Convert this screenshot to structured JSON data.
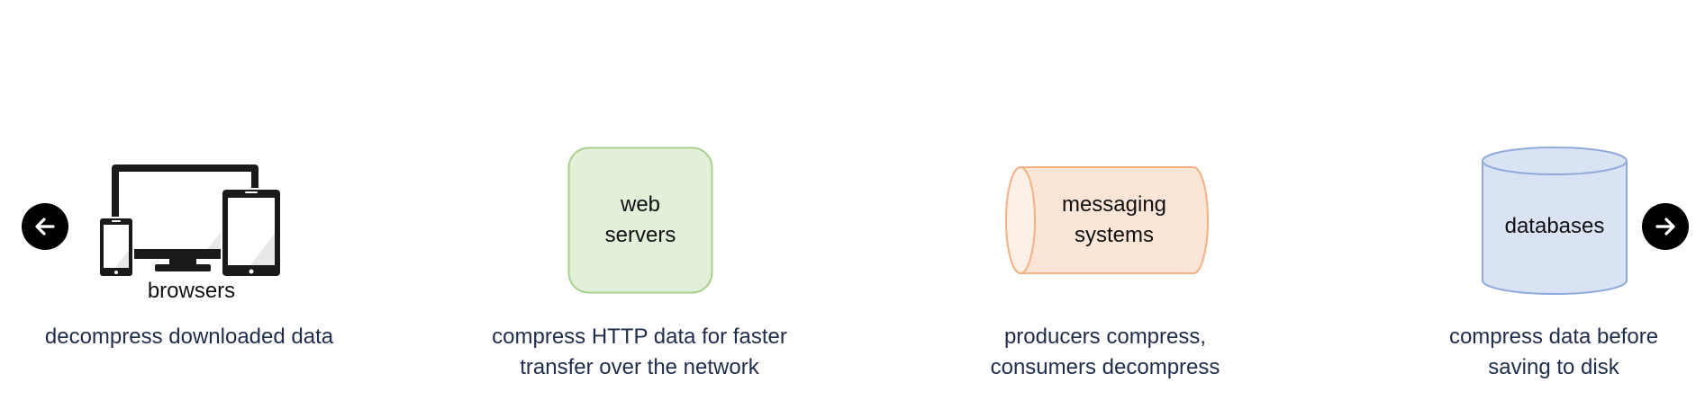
{
  "navigation": {
    "prev_icon": "arrow-left-icon",
    "next_icon": "arrow-right-icon"
  },
  "items": [
    {
      "icon": "devices-icon",
      "label": "browsers",
      "caption": [
        "decompress downloaded data"
      ]
    },
    {
      "icon": "rounded-square",
      "label": [
        "web",
        "servers"
      ],
      "fill": "#e2efd9",
      "stroke": "#a9d18e",
      "caption": [
        "compress HTTP data for faster",
        "transfer over the network"
      ]
    },
    {
      "icon": "horizontal-cylinder",
      "label": [
        "messaging",
        "systems"
      ],
      "fill": "#fbe5d6",
      "stroke": "#f4b183",
      "caption": [
        "producers compress,",
        "consumers decompress"
      ]
    },
    {
      "icon": "database-cylinder",
      "label": "databases",
      "fill": "#dae3f3",
      "stroke": "#8faadc",
      "caption": [
        "compress data before",
        "saving to disk"
      ]
    }
  ]
}
